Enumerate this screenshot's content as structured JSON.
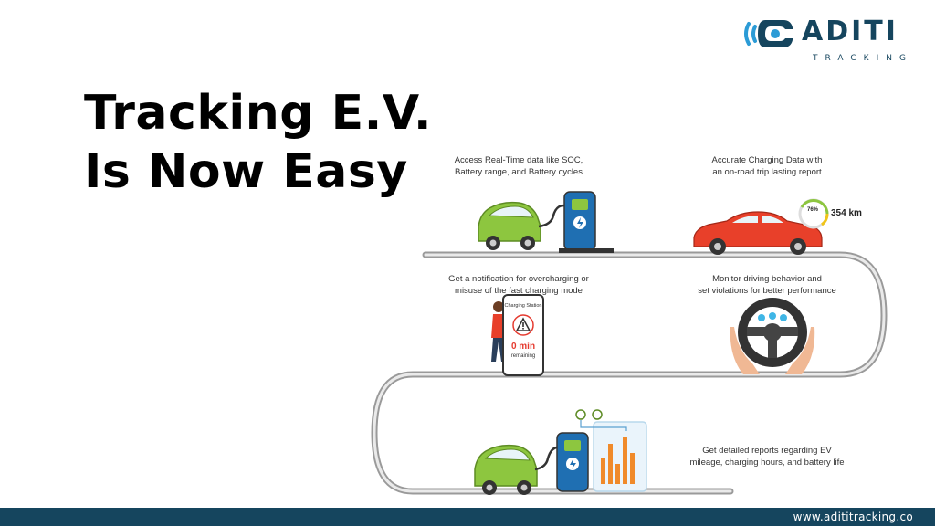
{
  "logo": {
    "wordmark": "ADITI",
    "sub": "TRACKING",
    "icon": "signal-c-logo-icon",
    "brand_color": "#15455e",
    "accent_color": "#2b9bd6"
  },
  "headline": {
    "line1": "Tracking E.V.",
    "line2": "Is Now Easy"
  },
  "features": {
    "realtime": {
      "line1": "Access Real-Time data like SOC,",
      "line2": "Battery range, and Battery cycles"
    },
    "charging": {
      "line1": "Accurate Charging Data with",
      "line2": "an on-road trip lasting report"
    },
    "notification": {
      "line1": "Get a notification for overcharging or",
      "line2": "misuse of the fast charging mode"
    },
    "driving": {
      "line1": "Monitor driving behavior and",
      "line2": "set violations for better performance"
    },
    "reports": {
      "line1": "Get detailed reports regarding EV",
      "line2": "mileage, charging hours, and battery life"
    }
  },
  "gauge": {
    "percent_label": "76%",
    "range_label": "354 km",
    "percent_value": 76
  },
  "phone": {
    "header": "Charging Station",
    "time": "0 min",
    "remaining": "remaining"
  },
  "footer": {
    "url": "www.adititracking.co"
  },
  "colors": {
    "car_green": "#8dc63f",
    "charger_blue": "#1f6fb2",
    "car_red": "#e8402a",
    "road_gray": "#9a9a9a",
    "bar_orange": "#f08a2a"
  }
}
